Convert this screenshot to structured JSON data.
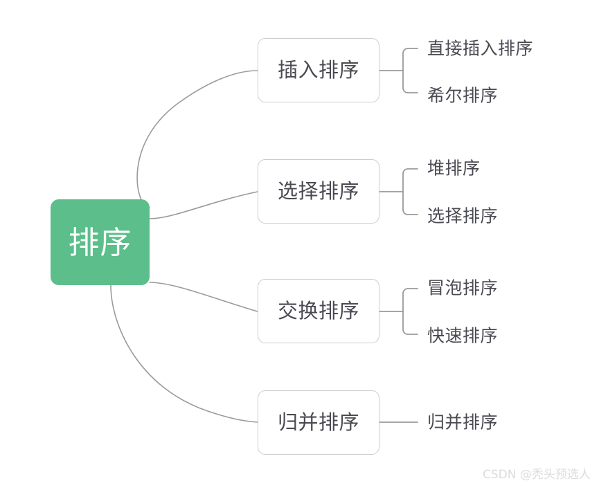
{
  "diagram": {
    "type": "mind-map",
    "title": "排序",
    "root": {
      "label": "排序",
      "color": "#5CBE8B",
      "text_color": "#ffffff"
    },
    "branches": [
      {
        "label": "插入排序",
        "leaves": [
          "直接插入排序",
          "希尔排序"
        ]
      },
      {
        "label": "选择排序",
        "leaves": [
          "堆排序",
          "选择排序"
        ]
      },
      {
        "label": "交换排序",
        "leaves": [
          "冒泡排序",
          "快速排序"
        ]
      },
      {
        "label": "归并排序",
        "leaves": [
          "归并排序"
        ]
      }
    ],
    "colors": {
      "root_fill": "#5CBE8B",
      "node_border": "#cccccc",
      "node_fill": "#ffffff",
      "connector": "#9a9a9a",
      "text": "#4a4a52",
      "watermark": "#dcdcdc"
    }
  },
  "watermark": {
    "text": "CSDN @秃头预选人"
  }
}
